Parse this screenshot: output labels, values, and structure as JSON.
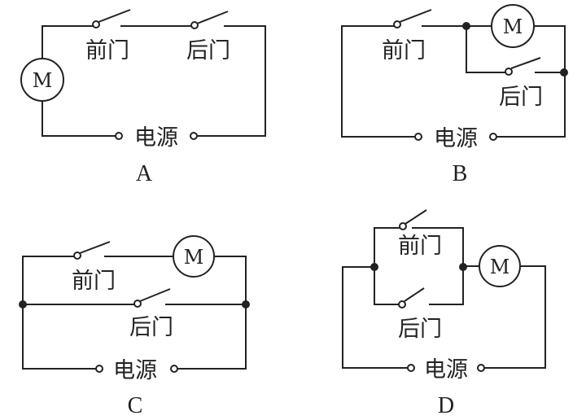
{
  "circuits": [
    {
      "option": "A",
      "motor": "M",
      "front_door": "前门",
      "back_door": "后门",
      "power": "电源"
    },
    {
      "option": "B",
      "motor": "M",
      "front_door": "前门",
      "back_door": "后门",
      "power": "电源"
    },
    {
      "option": "C",
      "motor": "M",
      "front_door": "前门",
      "back_door": "后门",
      "power": "电源"
    },
    {
      "option": "D",
      "motor": "M",
      "front_door": "前门",
      "back_door": "后门",
      "power": "电源"
    }
  ]
}
